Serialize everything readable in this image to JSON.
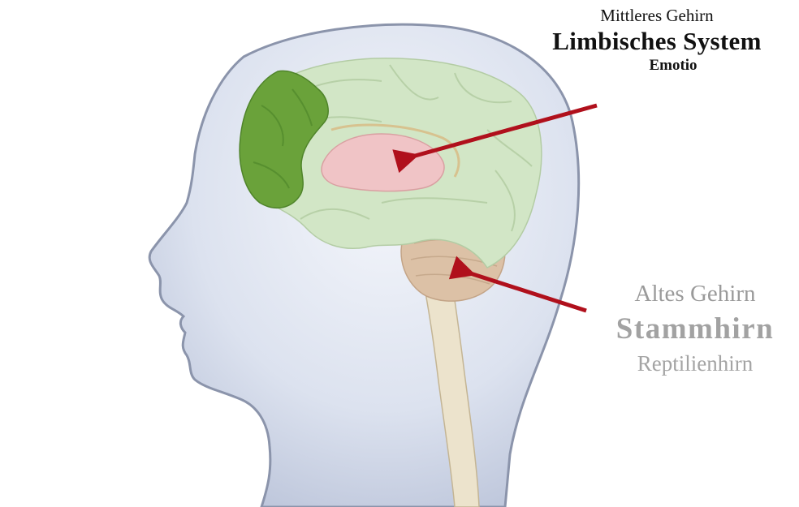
{
  "limbic": {
    "line1": "Mittleres Gehirn",
    "line2": "Limbisches System",
    "line3": "Emotio"
  },
  "stem": {
    "line1": "Altes Gehirn",
    "line2": "Stammhirn",
    "line3": "Reptilienhirn"
  },
  "colors": {
    "head_fill": "#dde3f0",
    "head_outline": "#8891a8",
    "cerebrum": "#d2e6c6",
    "frontal_lobe": "#6aa23a",
    "limbic": "#f0c4c6",
    "cerebellum": "#dcc1a6",
    "brainstem": "#ece3cc",
    "arrow": "#b0101c"
  }
}
